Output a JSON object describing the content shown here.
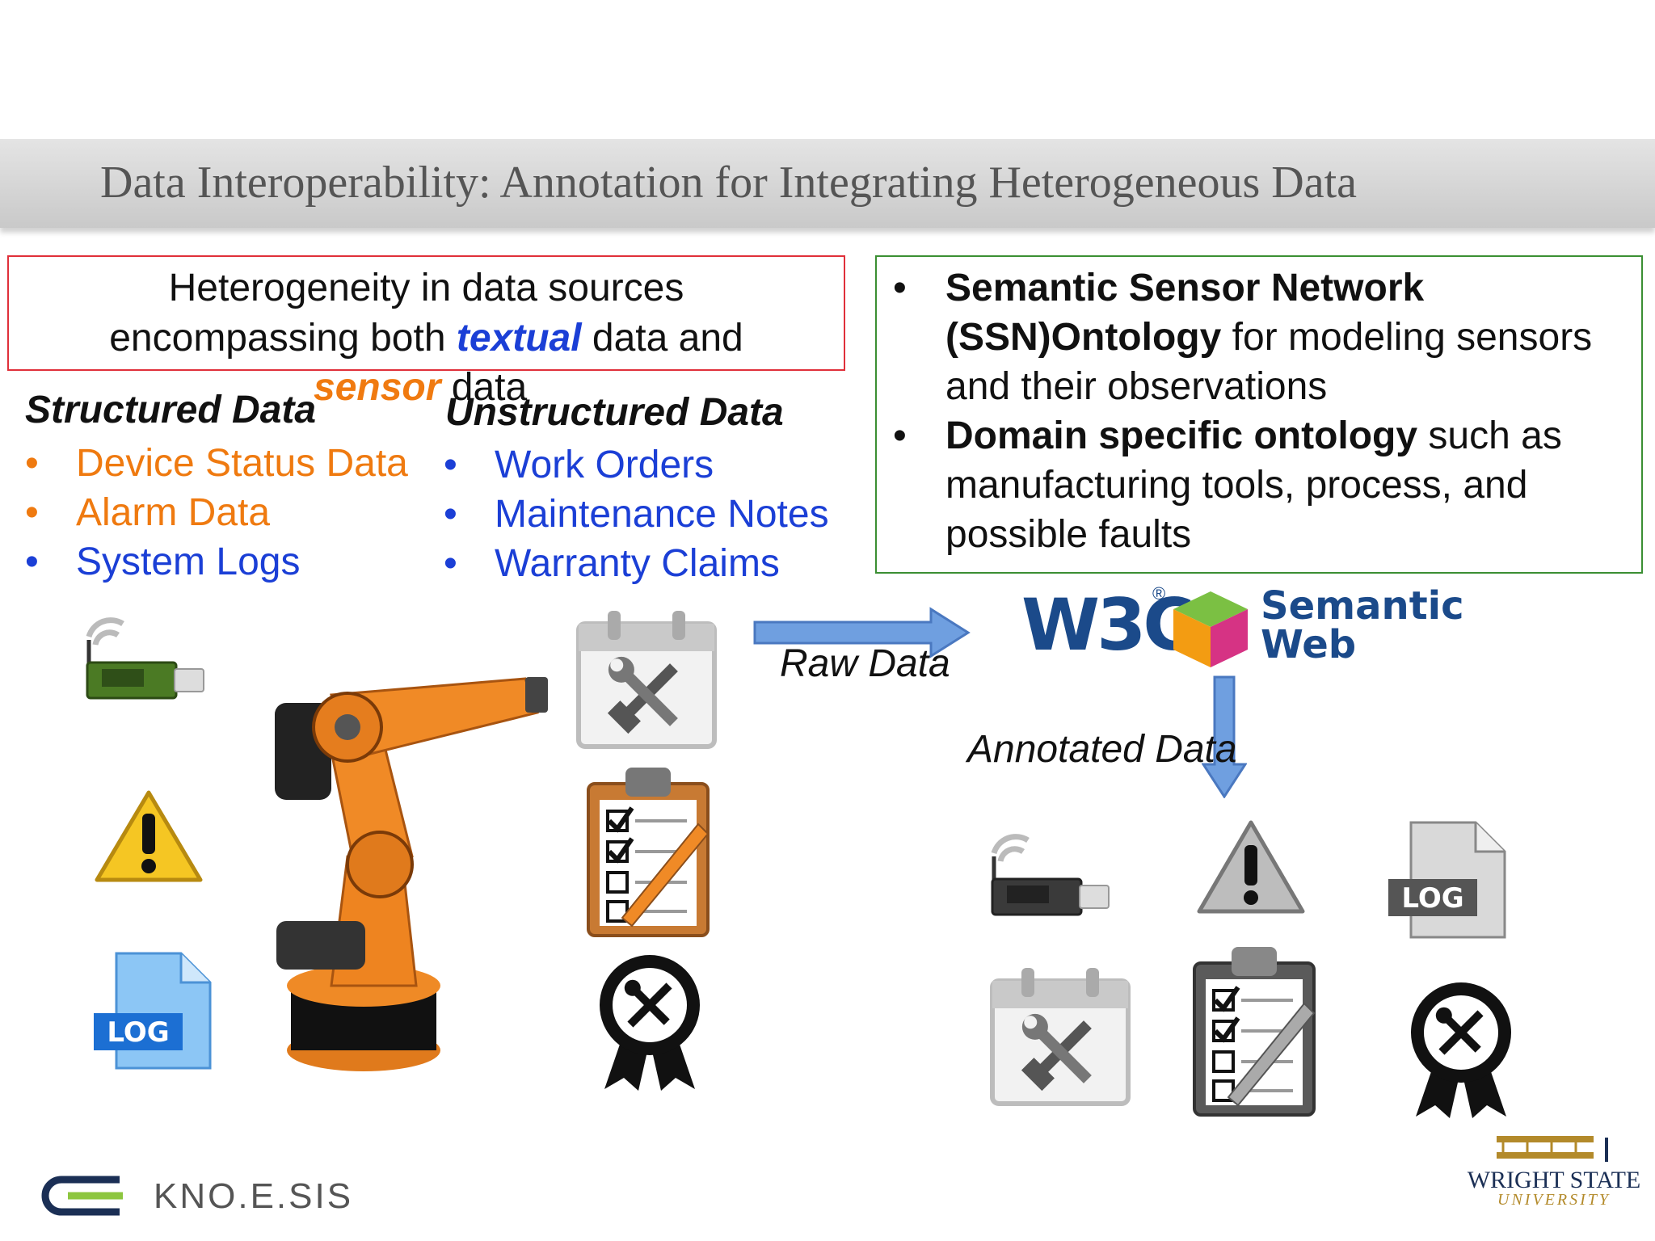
{
  "slide": {
    "title": "Data Interoperability: Annotation for Integrating Heterogeneous Data",
    "heterogeneity": {
      "line1": "Heterogeneity in data sources",
      "line2_pre": "encompassing both ",
      "line2_em": "textual",
      "line2_post": " data and",
      "line3_em": "sensor",
      "line3_post": " data"
    },
    "ontology": {
      "bullet": "•",
      "item1_bold": "Semantic Sensor Network (SSN)Ontology",
      "item1_rest": " for modeling sensors and their observations",
      "item2_bold": "Domain specific ontology",
      "item2_rest": " such as manufacturing tools, process, and possible faults"
    },
    "structured": {
      "heading": "Structured Data",
      "items": [
        "Device Status Data",
        "Alarm Data",
        "System Logs"
      ]
    },
    "unstructured": {
      "heading": "Unstructured Data",
      "items": [
        "Work Orders",
        "Maintenance Notes",
        "Warranty Claims"
      ]
    },
    "raw_label": "Raw Data",
    "annotated_label": "Annotated Data",
    "w3c": {
      "mark": "W3C",
      "reg": "®",
      "line1": "Semantic",
      "line2": "Web"
    },
    "log_label": "LOG",
    "footer": {
      "knoesis": "KNO.E.SIS",
      "wsu_line1": "WRIGHT STATE",
      "wsu_line2": "UNIVERSITY"
    }
  },
  "colors": {
    "orange": "#ef7a10",
    "blue": "#1b3fd6",
    "red_box": "#e0303a",
    "green_box": "#3b8f33",
    "arrow": "#6f9fe0"
  }
}
